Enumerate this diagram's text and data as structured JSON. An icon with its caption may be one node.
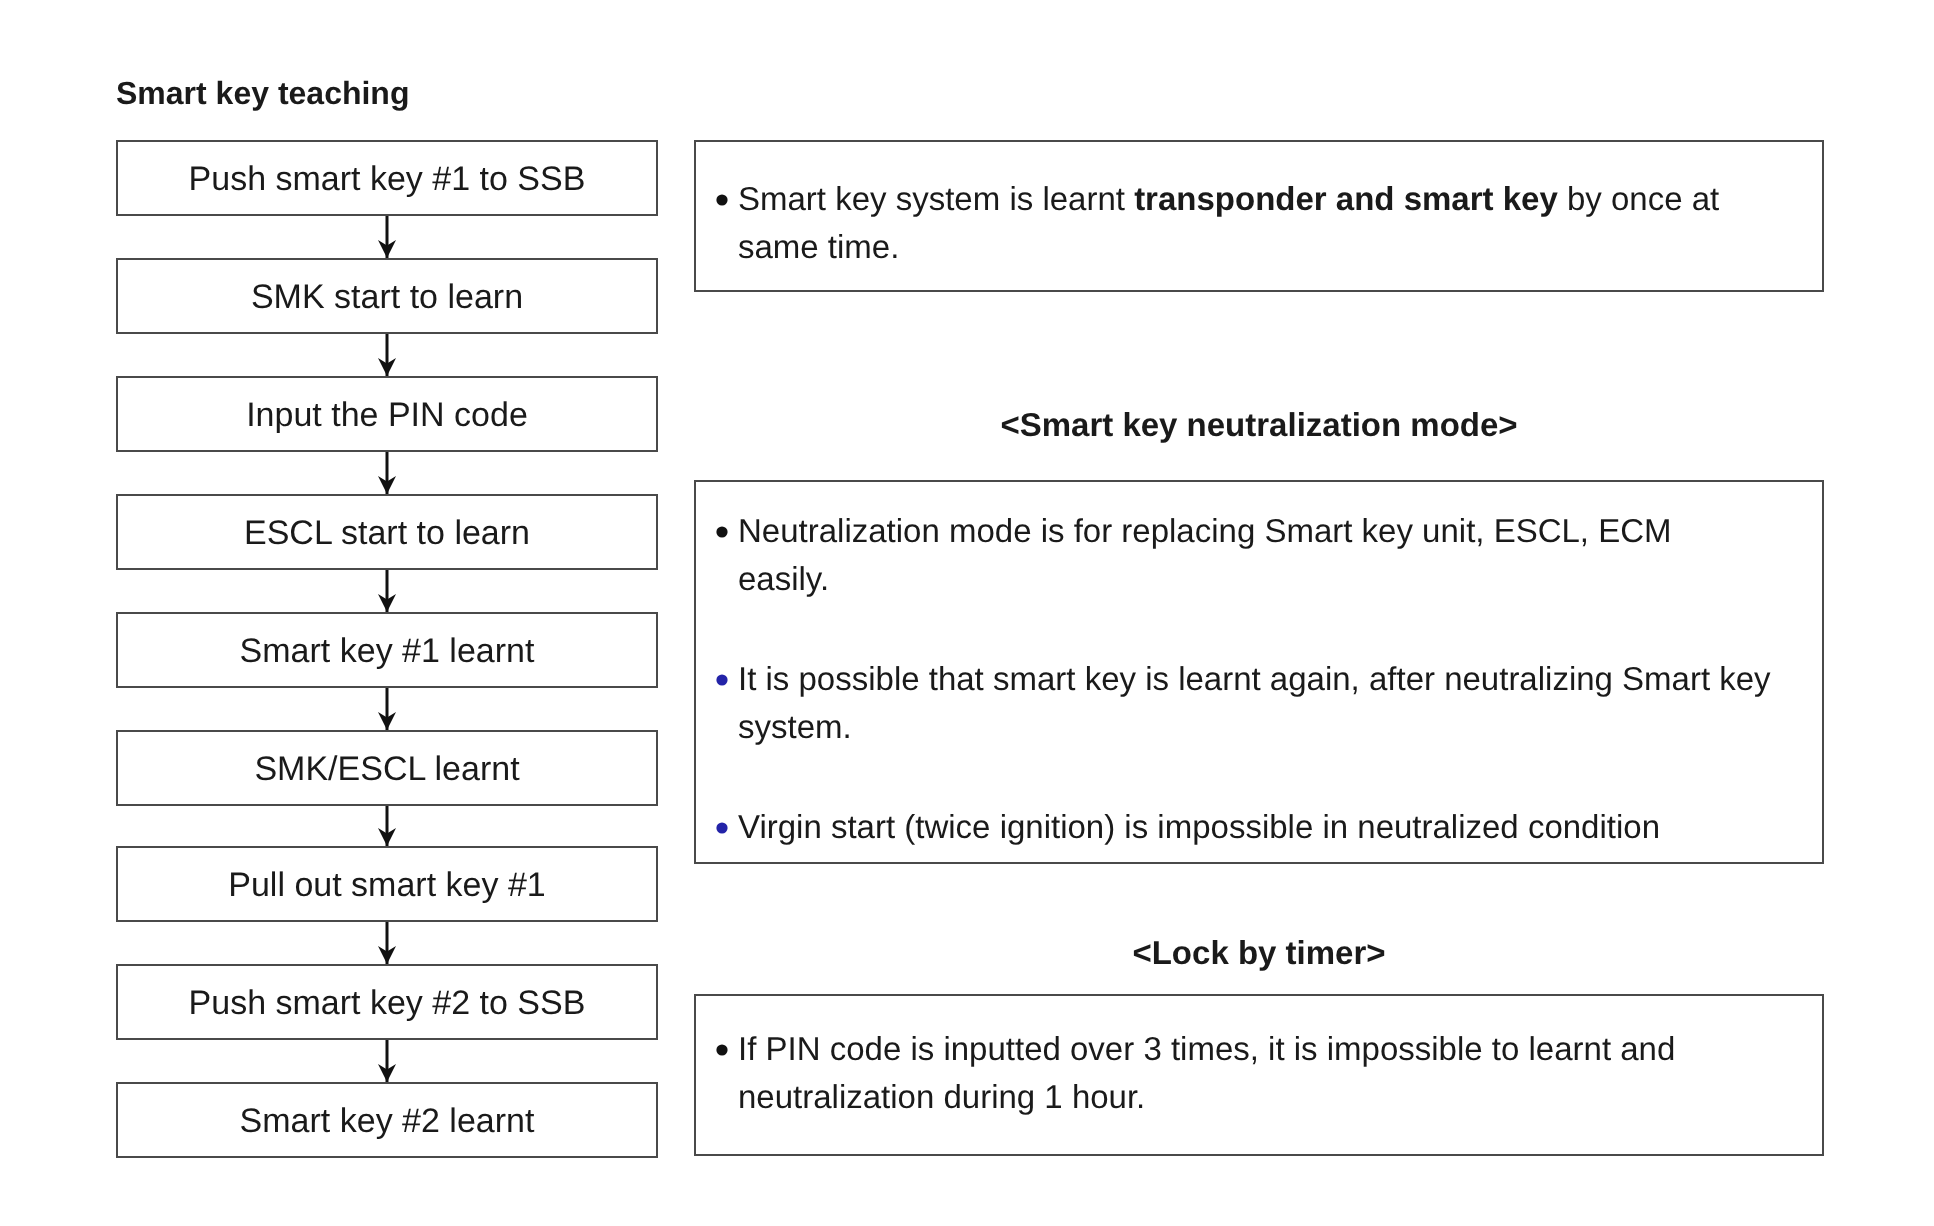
{
  "diagram": {
    "title": "Smart key teaching",
    "nodes": [
      {
        "text": [
          "Push smart key #1 to SSB"
        ]
      },
      {
        "text": [
          "SMK start to learn"
        ]
      },
      {
        "text": [
          "Input the PIN code"
        ]
      },
      {
        "text": [
          "ESCL start to learn"
        ]
      },
      {
        "text": [
          "Smart key #1 learnt"
        ]
      },
      {
        "text": [
          "SMK/ESCL learnt"
        ]
      },
      {
        "text": [
          "Pull out smart key #1"
        ]
      },
      {
        "text": [
          "Push smart key #2 to SSB"
        ]
      },
      {
        "text": [
          "Smart key #2 learnt"
        ]
      },
      {
        "text": [
          "Smart key system is learnt **transponder and smart key** by once at same time."
        ]
      },
      {
        "text": [
          "<Smart key neutralization mode>",
          "Neutralization mode is for replacing Smart key unit, ESCL, ECM easily.",
          "It is possible that smart key is learnt again, after neutralizing Smart key system.",
          "Virgin start (twice ignition) is impossible in neutralized condition"
        ]
      },
      {
        "text": [
          "<Lock by timer>",
          "If PIN code is inputted over 3 times, it is impossible to learnt and neutralization during 1 hour."
        ]
      }
    ],
    "edges": [
      {
        "from": 0,
        "to": 1,
        "arrow": "to"
      },
      {
        "from": 1,
        "to": 2,
        "arrow": "to"
      },
      {
        "from": 2,
        "to": 3,
        "arrow": "to"
      },
      {
        "from": 3,
        "to": 4,
        "arrow": "to"
      },
      {
        "from": 4,
        "to": 5,
        "arrow": "to"
      },
      {
        "from": 5,
        "to": 6,
        "arrow": "to"
      },
      {
        "from": 6,
        "to": 7,
        "arrow": "to"
      },
      {
        "from": 7,
        "to": 8,
        "arrow": "to"
      }
    ]
  }
}
